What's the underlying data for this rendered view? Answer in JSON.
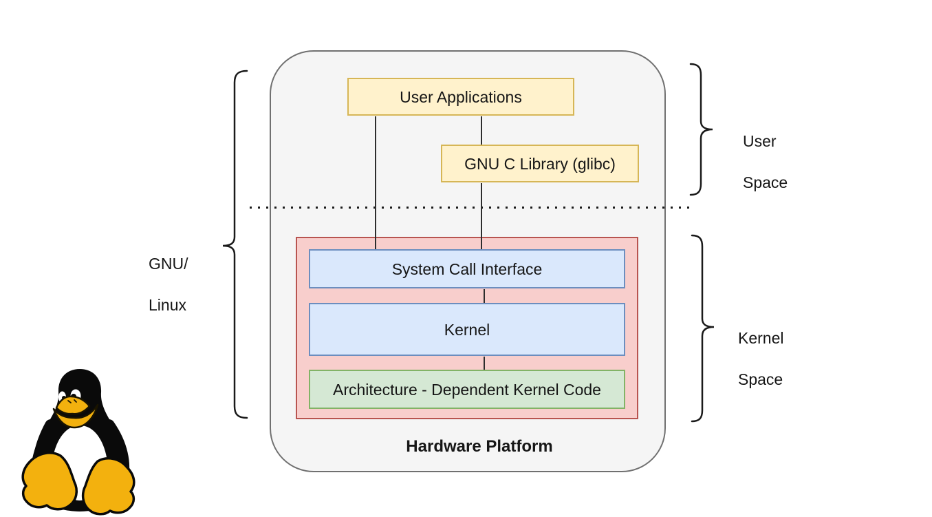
{
  "diagram": {
    "title_bottom": "Hardware Platform",
    "outer_container": {
      "fill": "#f5f5f5",
      "stroke": "#707070"
    },
    "user_space_boxes": [
      {
        "id": "user-applications",
        "label": "User Applications",
        "fill": "#fff2cc",
        "stroke": "#d6b656"
      },
      {
        "id": "gnu-c-library",
        "label": "GNU C Library (glibc)",
        "fill": "#fff2cc",
        "stroke": "#d6b656"
      }
    ],
    "kernel_space_container": {
      "fill": "#f8cecc",
      "stroke": "#b85450"
    },
    "kernel_space_boxes": [
      {
        "id": "system-call-interface",
        "label": "System Call Interface",
        "fill": "#dae8fc",
        "stroke": "#6c8ebf"
      },
      {
        "id": "kernel",
        "label": "Kernel",
        "fill": "#dae8fc",
        "stroke": "#6c8ebf"
      },
      {
        "id": "arch-dependent-kernel-code",
        "label": "Architecture - Dependent Kernel Code",
        "fill": "#d5e8d4",
        "stroke": "#82b366"
      }
    ],
    "side_labels": {
      "gnu_linux": {
        "line1": "GNU/",
        "line2": "Linux"
      },
      "user_space": {
        "line1": "User",
        "line2": "Space"
      },
      "kernel_space": {
        "line1": "Kernel",
        "line2": "Space"
      }
    },
    "separator_style": "dotted",
    "logo": {
      "name": "tux-linux-penguin",
      "body_color": "#0a0a0a",
      "belly_color": "#ffffff",
      "beak_feet_color": "#f3b10e"
    }
  }
}
